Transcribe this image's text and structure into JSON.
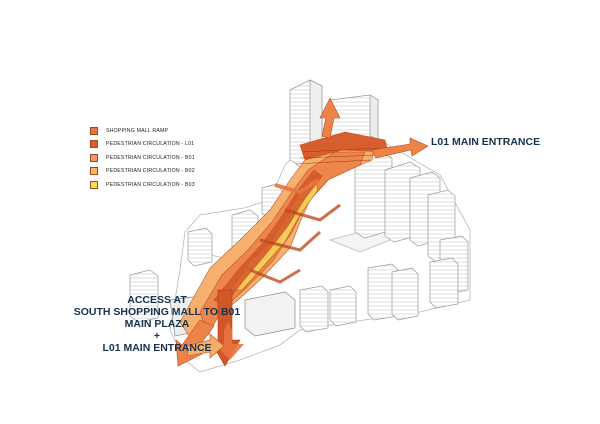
{
  "legend": {
    "items": [
      {
        "label": "SHOPPING MALL RAMP",
        "color": "#e8734a"
      },
      {
        "label": "PEDESTRIAN CIRCULATION  - L01",
        "color": "#d95e2e"
      },
      {
        "label": "PEDESTRIAN CIRCULATION  - B01",
        "color": "#f09a62"
      },
      {
        "label": "PEDESTRIAN CIRCULATION  - B02",
        "color": "#f6b56c"
      },
      {
        "label": "PEDESTRIAN CIRCULATION  - B03",
        "color": "#f4dc60"
      }
    ]
  },
  "callouts": {
    "top_right": "L01 MAIN ENTRANCE",
    "left_line1": "ACCESS AT",
    "left_line2": "SOUTH SHOPPING MALL TO B01",
    "left_line3": "MAIN PLAZA",
    "left_line4": "+",
    "left_line5": "L01 MAIN ENTRANCE"
  },
  "colors": {
    "text_navy": "#16324f",
    "building_line": "#9a9a9a",
    "ramp_dark": "#d2562a",
    "ramp_mid": "#ec8448",
    "ramp_light": "#f6ad6a",
    "ramp_yellow": "#f3d35a"
  }
}
